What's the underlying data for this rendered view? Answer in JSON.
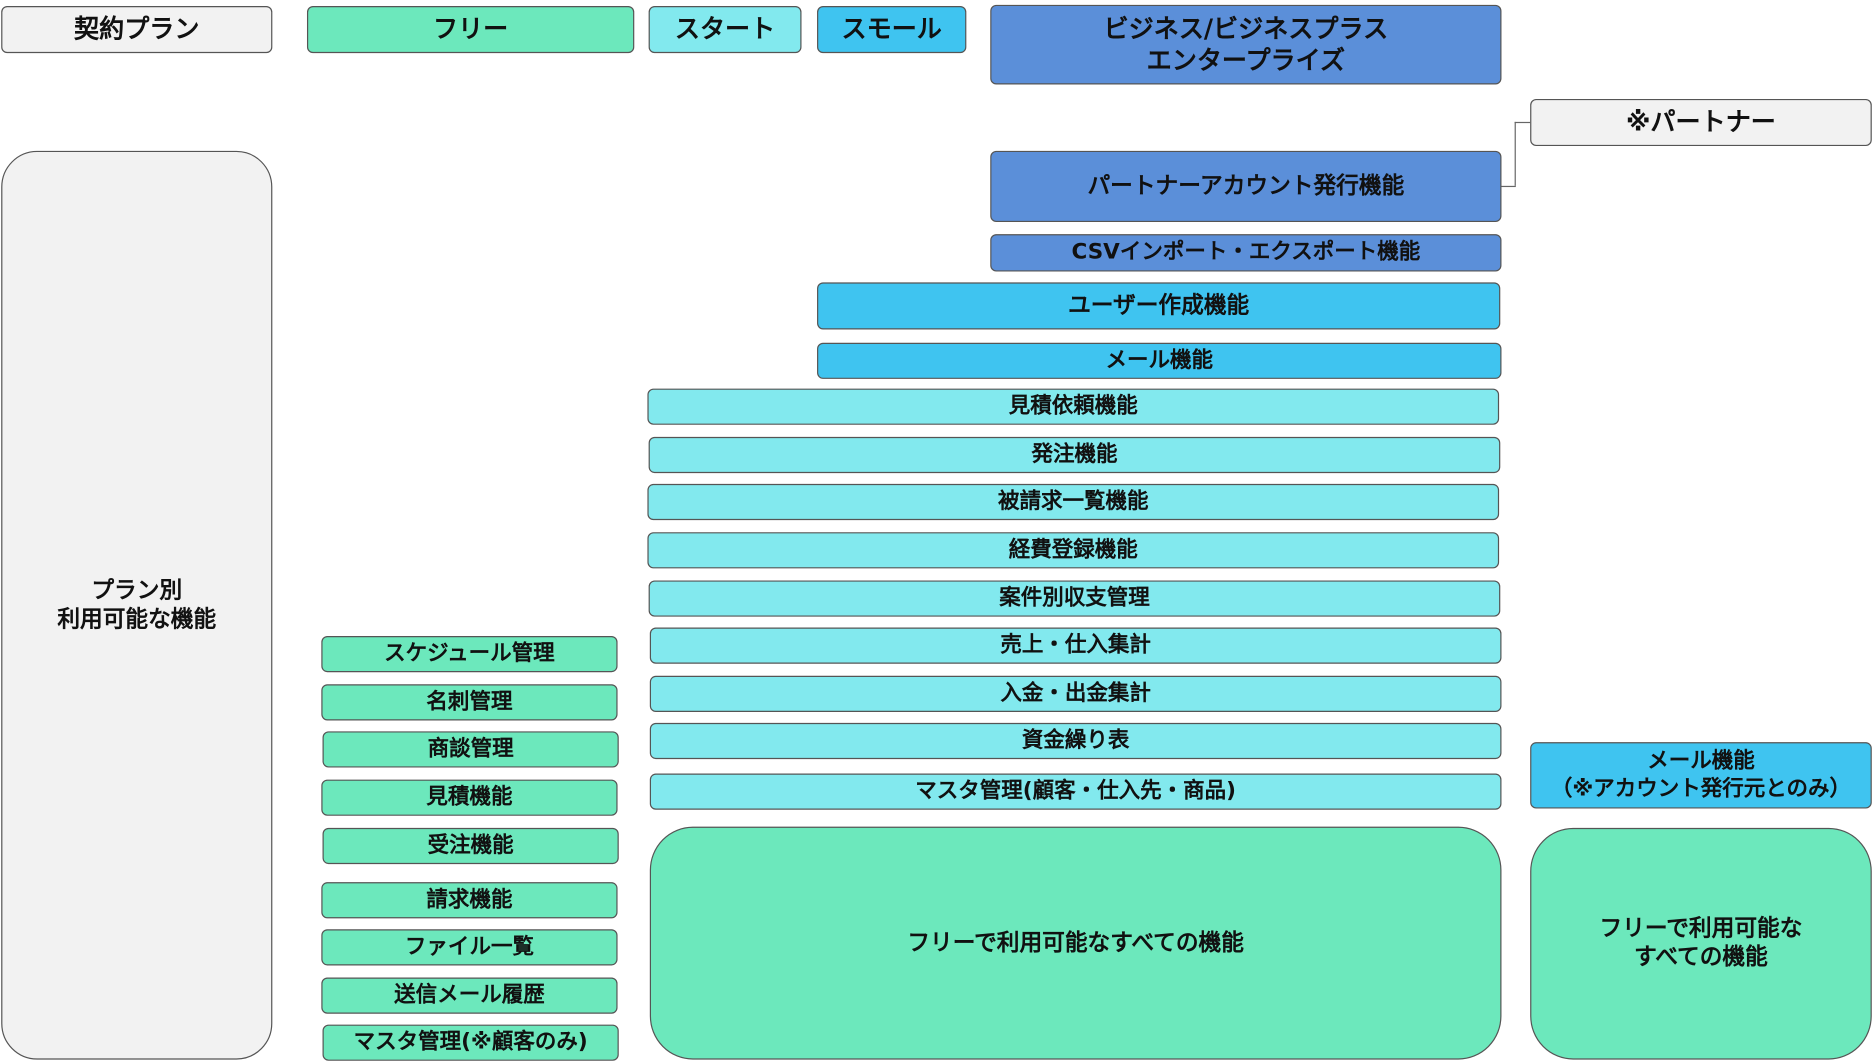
{
  "colors": {
    "free": "#6ce8bc",
    "start": "#82e9ee",
    "small": "#3fc4f0",
    "business": "#5b8fd9",
    "neutral": "#f2f2f2"
  },
  "header": {
    "plan_label": "契約プラン",
    "free": "フリー",
    "start": "スタート",
    "small": "スモール",
    "business": "ビジネス/ビジネスプラス\nエンタープライズ"
  },
  "side_label": "プラン別\n利用可能な機能",
  "business_features": {
    "partner_account": "パートナーアカウント発行機能",
    "csv": "CSVインポート・エクスポート機能"
  },
  "small_features": {
    "user_create": "ユーザー作成機能",
    "mail": "メール機能"
  },
  "start_features": [
    "見積依頼機能",
    "発注機能",
    "被請求一覧機能",
    "経費登録機能",
    "案件別収支管理",
    "売上・仕入集計",
    "入金・出金集計",
    "資金繰り表",
    "マスタ管理(顧客・仕入先・商品)"
  ],
  "free_features": [
    "スケジュール管理",
    "名刺管理",
    "商談管理",
    "見積機能",
    "受注機能",
    "請求機能",
    "ファイル一覧",
    "送信メール履歴",
    "マスタ管理(※顧客のみ)"
  ],
  "free_all": "フリーで利用可能なすべての機能",
  "partner": {
    "title": "※パートナー",
    "mail": "メール機能\n（※アカウント発行元とのみ）",
    "free_all": "フリーで利用可能な\nすべての機能"
  }
}
